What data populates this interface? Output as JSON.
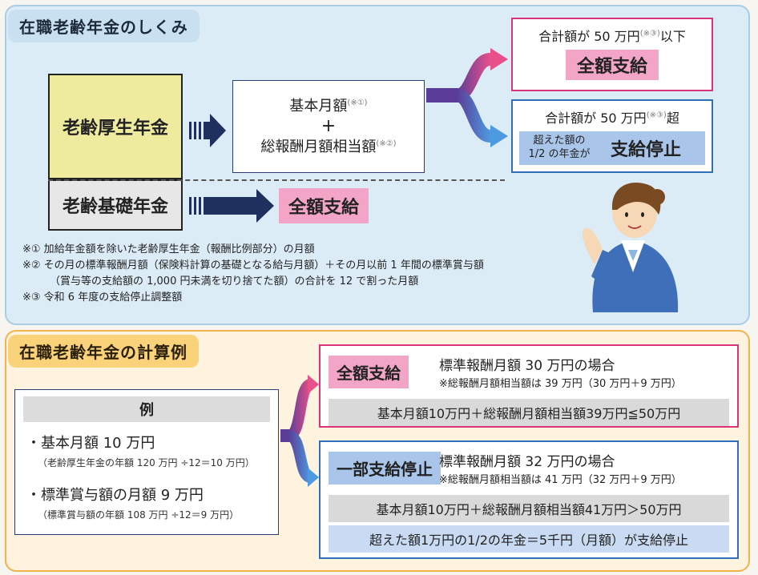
{
  "section1": {
    "title": "在職老齢年金のしくみ",
    "kosei": "老齢厚生年金",
    "kiso": "老齢基礎年金",
    "formula": {
      "line1": "基本月額",
      "line1_sup": "(※①)",
      "plus": "+",
      "line2": "総報酬月額相当額",
      "line2_sup": "(※②)"
    },
    "full_label": "全額支給",
    "out_under": {
      "condition_pre": "合計額が 50 万円",
      "condition_sup": "(※③)",
      "condition_post": "以下",
      "result": "全額支給"
    },
    "out_over": {
      "condition_pre": "合計額が 50 万円",
      "condition_sup": "(※③)",
      "condition_post": "超",
      "result_small1": "超えた額の",
      "result_small2": "1/2 の年金が",
      "result": "支給停止"
    },
    "notes": [
      "※① 加給年金額を除いた老齢厚生年金（報酬比例部分）の月額",
      "※② その月の標準報酬月額（保険料計算の基礎となる給与月額）＋その月以前 1 年間の標準賞与額",
      "（賞与等の支給額の 1,000 円未満を切り捨てた額）の合計を 12 で割った月額",
      "※③ 令和 6 年度の支給停止調整額"
    ]
  },
  "section2": {
    "title": "在職老齢年金の計算例",
    "example_head": "例",
    "example_items": [
      {
        "main": "・基本月額 10 万円",
        "sub": "（老齢厚生年金の年額 120 万円 ÷12＝10 万円）"
      },
      {
        "main": "・標準賞与額の月額 9 万円",
        "sub": "（標準賞与額の年額 108 万円 ÷12＝9 万円）"
      }
    ],
    "case_a": {
      "badge": "全額支給",
      "title": "標準報酬月額 30 万円の場合",
      "note": "※総報酬月額相当額は 39 万円（30 万円＋9 万円）",
      "calc": "基本月額10万円＋総報酬月額相当額39万円≦50万円"
    },
    "case_b": {
      "badge": "一部支給停止",
      "title": "標準報酬月額 32 万円の場合",
      "note": "※総報酬月額相当額は 41 万円（32 万円＋9 万円）",
      "calc": "基本月額10万円＋総報酬月額相当額41万円＞50万円",
      "calc2": "超えた額1万円の1/2の年金＝5千円（月額）が支給停止"
    }
  },
  "colors": {
    "pink": "#d8357a",
    "blue": "#2f6fb7",
    "navy": "#1f2f5e",
    "yellow_box": "#eeea9e"
  }
}
